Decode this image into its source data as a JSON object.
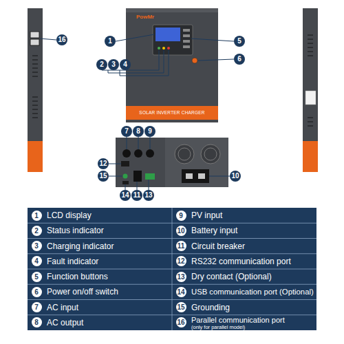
{
  "diagram": {
    "labels": [
      "PowMr",
      "SOLAR INVERTER CHARGER",
      "1",
      "2",
      "3",
      "4",
      "5",
      "6",
      "16",
      "7",
      "8",
      "9",
      "12",
      "15",
      "14",
      "11",
      "13",
      "10",
      "1",
      "LCD display",
      "9",
      "PV input",
      "2",
      "Status indicator",
      "10",
      "Battery input",
      "3",
      "Charging indicator",
      "11",
      "Circuit breaker",
      "4",
      "Fault indicator",
      "12",
      "RS232 communication port",
      "5",
      "Function buttons",
      "13",
      "Dry contact (Optional)",
      "6",
      "Power on/off switch",
      "14",
      "USB communication port (Optional)",
      "7",
      "AC input",
      "15",
      "Grounding",
      "8",
      "AC output",
      "16",
      "Parallel communication port",
      "(only for parallel model)"
    ]
  }
}
